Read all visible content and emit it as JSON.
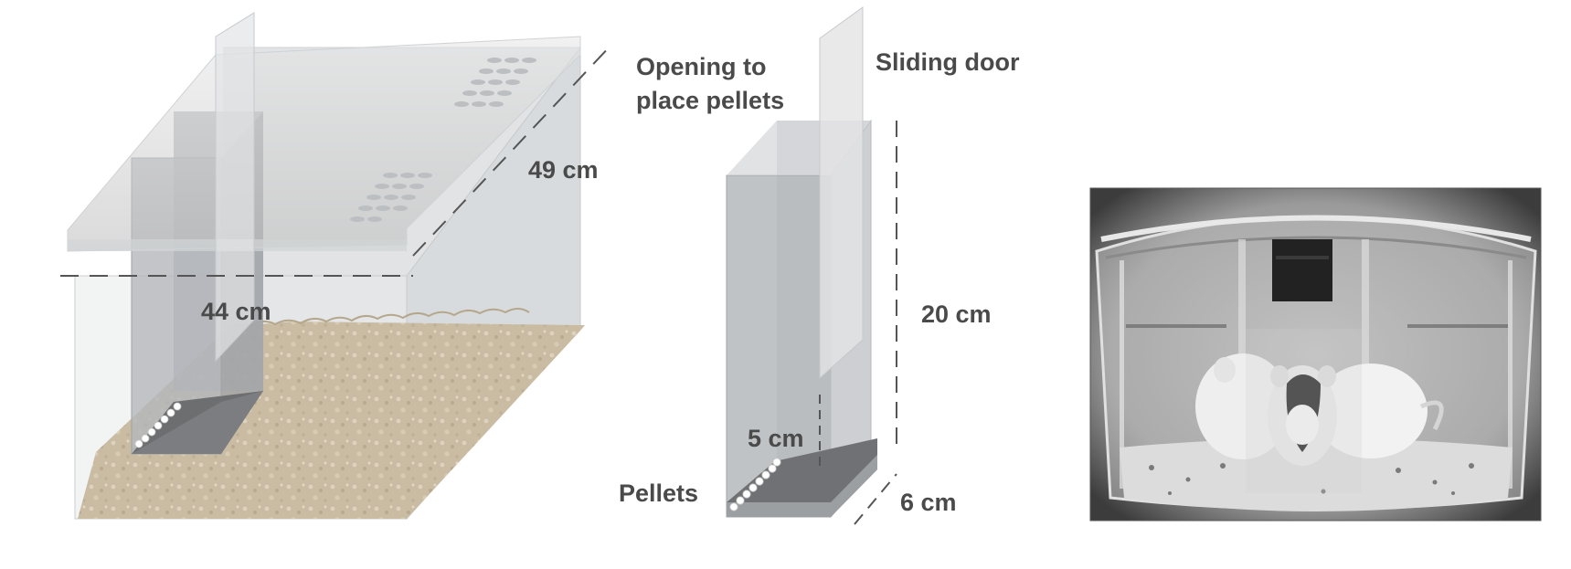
{
  "labels": {
    "opening": [
      "Opening to",
      "place pellets"
    ],
    "sliding_door": "Sliding door",
    "depth_large": "49 cm",
    "width_large": "44 cm",
    "height_small": "20 cm",
    "gap_small": "5 cm",
    "depth_small": "6 cm",
    "pellets": "Pellets"
  }
}
